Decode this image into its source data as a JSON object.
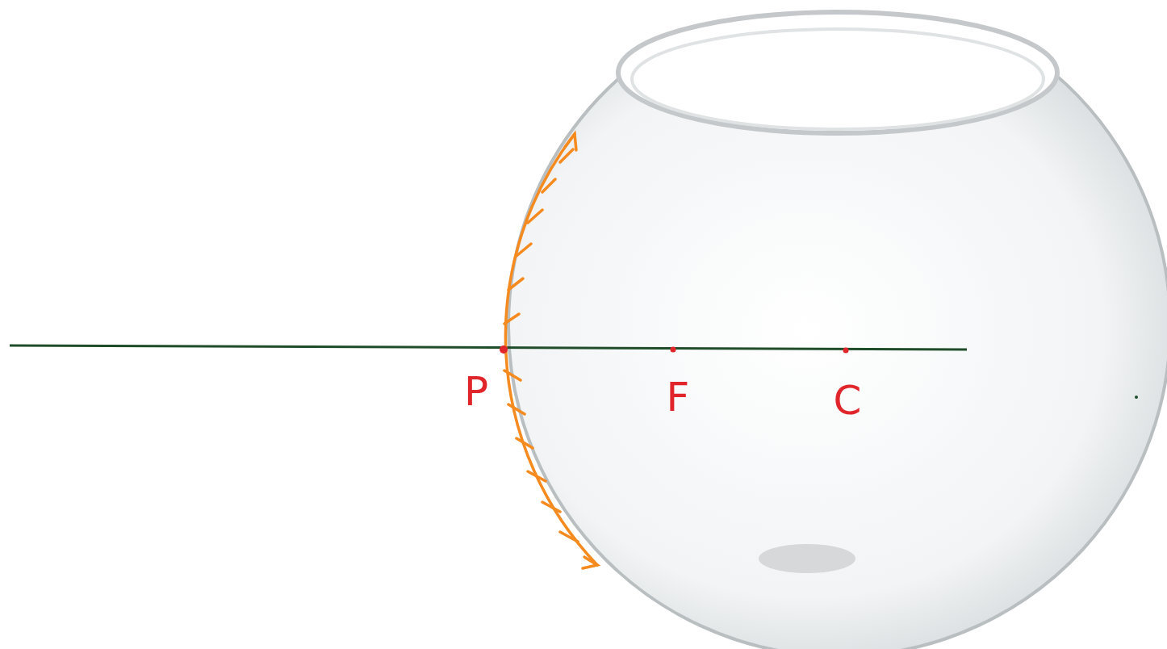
{
  "diagram": {
    "labels": [
      "P",
      "F",
      "C"
    ]
  }
}
